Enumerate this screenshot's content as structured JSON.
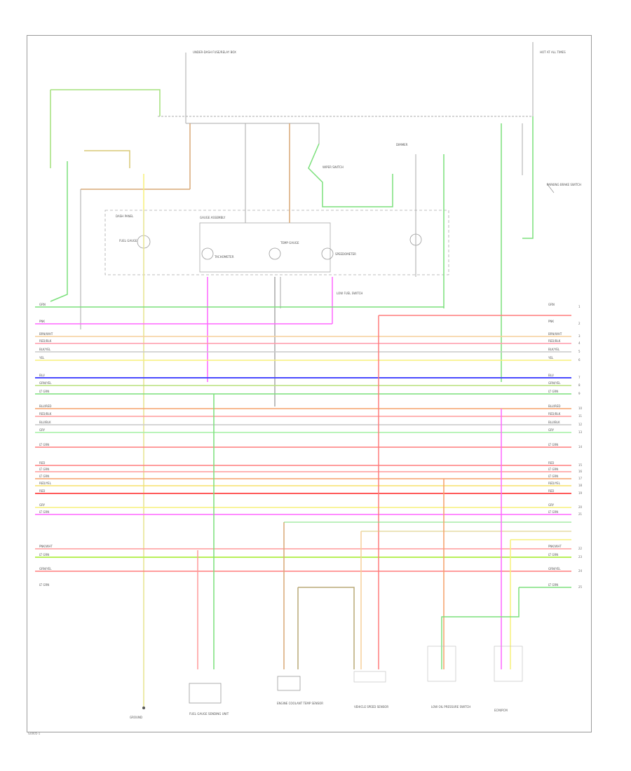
{
  "diagram": {
    "page_code": "G0005-1",
    "accent_colors": {
      "wire_green": "#7be07b",
      "wire_pink": "#ff66ff",
      "wire_red": "#ff7b7b",
      "wire_blue": "#4a4aff",
      "wire_yellow": "#f7f07a",
      "wire_tan": "#d9a877",
      "wire_gray": "#aaaaaa",
      "wire_orange": "#f5a06a"
    },
    "harness_lines": [
      {
        "label": "GRN",
        "num": "1"
      },
      {
        "label": "PNK",
        "num": "2"
      },
      {
        "label": "BRN/WHT",
        "num": "3"
      },
      {
        "label": "RED/BLK",
        "num": "4"
      },
      {
        "label": "BLK/YEL",
        "num": "5"
      },
      {
        "label": "YEL",
        "num": "6"
      },
      {
        "label": "BLU",
        "num": "7"
      },
      {
        "label": "GRN/YEL",
        "num": "8"
      },
      {
        "label": "LT GRN",
        "num": "9"
      },
      {
        "label": "BLU/RED",
        "num": "10"
      },
      {
        "label": "RED/BLK",
        "num": "11"
      },
      {
        "label": "BLU/BLK",
        "num": "12"
      },
      {
        "label": "GRY",
        "num": "13"
      },
      {
        "label": "LT GRN",
        "num": "14"
      },
      {
        "label": "RED",
        "num": "15"
      },
      {
        "label": "LT GRN",
        "num": "16"
      },
      {
        "label": "LT GRN",
        "num": "17"
      },
      {
        "label": "RED/YEL",
        "num": "18"
      },
      {
        "label": "RED",
        "num": "19"
      },
      {
        "label": "GRY",
        "num": "20"
      },
      {
        "label": "LT GRN",
        "num": "21"
      },
      {
        "label": "PNK/WHT",
        "num": "22"
      },
      {
        "label": "LT GRN",
        "num": "23"
      },
      {
        "label": "GRN/YEL",
        "num": "24"
      },
      {
        "label": "LT GRN",
        "num": "25"
      }
    ],
    "components": {
      "fuse_top": "UNDER-DASH FUSE/RELAY BOX",
      "fuse_right": "HOT AT ALL TIMES",
      "gauge_box": "GAUGE ASSEMBLY",
      "dash_panel": "DASH PANEL",
      "wiper_lamp": "WIPER SWITCH",
      "fuel_gauge": "FUEL GAUGE",
      "tach": "TACHOMETER",
      "temp_gauge": "TEMP GAUGE",
      "speedometer": "SPEEDOMETER",
      "low_fuel": "LOW FUEL SWITCH",
      "brake_sw": "PARKING BRAKE SWITCH",
      "dimmer": "DIMMER",
      "fuel_sender": "FUEL GAUGE SENDING UNIT",
      "engine_sensor": "ENGINE COOLANT TEMP SENSOR",
      "vss": "VEHICLE SPEED SENSOR",
      "oil_sensor": "LOW OIL PRESSURE SWITCH",
      "ecm": "ECM/PCM",
      "ground": "GROUND"
    }
  }
}
